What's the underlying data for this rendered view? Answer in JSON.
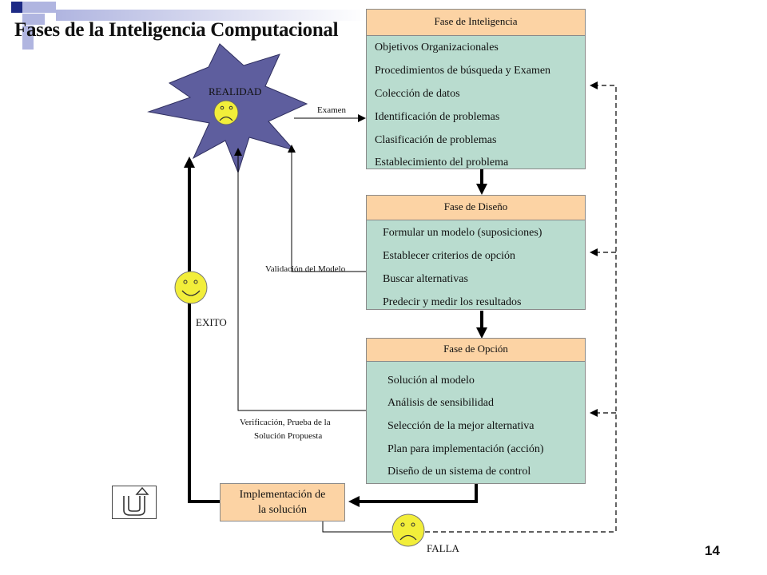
{
  "slide": {
    "title": "Fases de la Inteligencia Computacional",
    "page_number": "14"
  },
  "reality": {
    "label": "REALIDAD"
  },
  "phases": {
    "intelligence": {
      "title": "Fase de Inteligencia",
      "items": [
        "Objetivos Organizacionales",
        "Procedimientos  de búsqueda y Examen",
        "Colección  de datos",
        "Identificación de problemas",
        "Clasificación  de problemas",
        "Establecimiento  del problema"
      ]
    },
    "design": {
      "title": "Fase de Diseño",
      "items": [
        "Formular un modelo (suposiciones)",
        "Establecer criterios  de opción",
        "Buscar alternativas",
        "Predecir y medir los resultados"
      ]
    },
    "choice": {
      "title": "Fase de Opción",
      "items": [
        "Solución al modelo",
        "Análisis de sensibilidad",
        "Selección de la mejor alternativa",
        "Plan para implementación  (acción)",
        "Diseño de un sistema  de control"
      ]
    }
  },
  "implementation": {
    "line1": "Implementación  de",
    "line2": "la solución"
  },
  "labels": {
    "exam": "Examen",
    "model_validation": "Validación del Modelo",
    "verification_line1": "Verificación,  Prueba  de la",
    "verification_line2": "Solución  Propuesta",
    "success": "EXITO",
    "failure": "FALLA"
  },
  "icons": {
    "undo_button": "u-turn-arrow-icon",
    "success_face": "happy-face-icon",
    "sad_face": "sad-face-icon"
  },
  "colors": {
    "phase_header": "#fcd3a4",
    "phase_body": "#b9dccf",
    "reality_star": "#5e5e9e",
    "face": "#f2ee3a",
    "decor_dark": "#1d2a85",
    "decor_light": "#b0b5e0"
  }
}
